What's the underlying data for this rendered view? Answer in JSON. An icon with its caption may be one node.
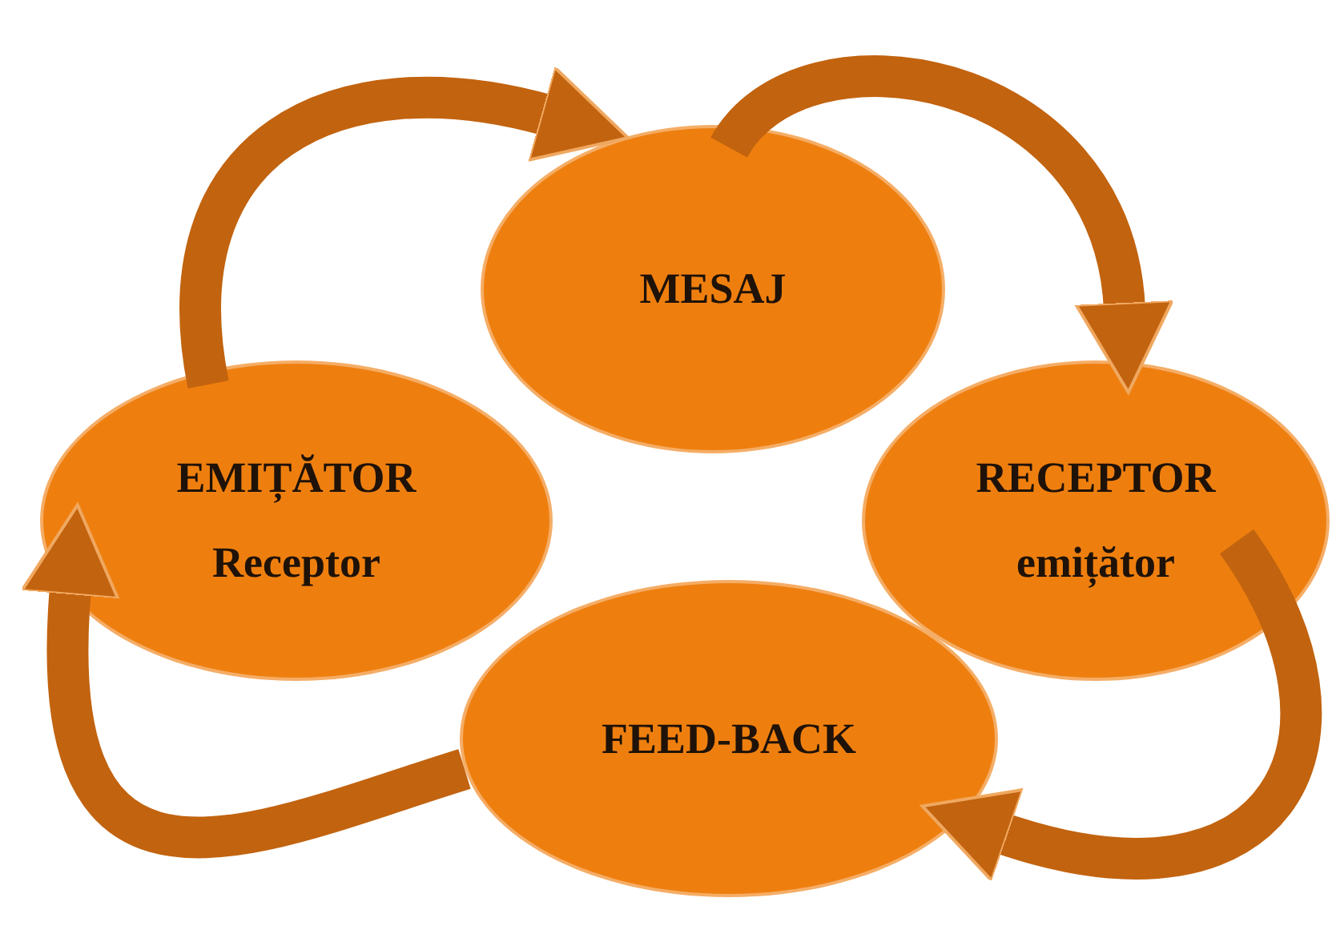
{
  "diagram": {
    "nodes": [
      {
        "text": [
          "MESAJ"
        ]
      },
      {
        "text": [
          "EMIȚĂTOR",
          "Receptor"
        ]
      },
      {
        "text": [
          "RECEPTOR",
          "emițător"
        ]
      },
      {
        "text": [
          "FEED-BACK"
        ]
      }
    ],
    "edges": [
      {
        "from": 1,
        "to": 0,
        "arrow": "to"
      },
      {
        "from": 0,
        "to": 2,
        "arrow": "to"
      },
      {
        "from": 2,
        "to": 3,
        "arrow": "to"
      },
      {
        "from": 3,
        "to": 1,
        "arrow": "to"
      }
    ]
  }
}
